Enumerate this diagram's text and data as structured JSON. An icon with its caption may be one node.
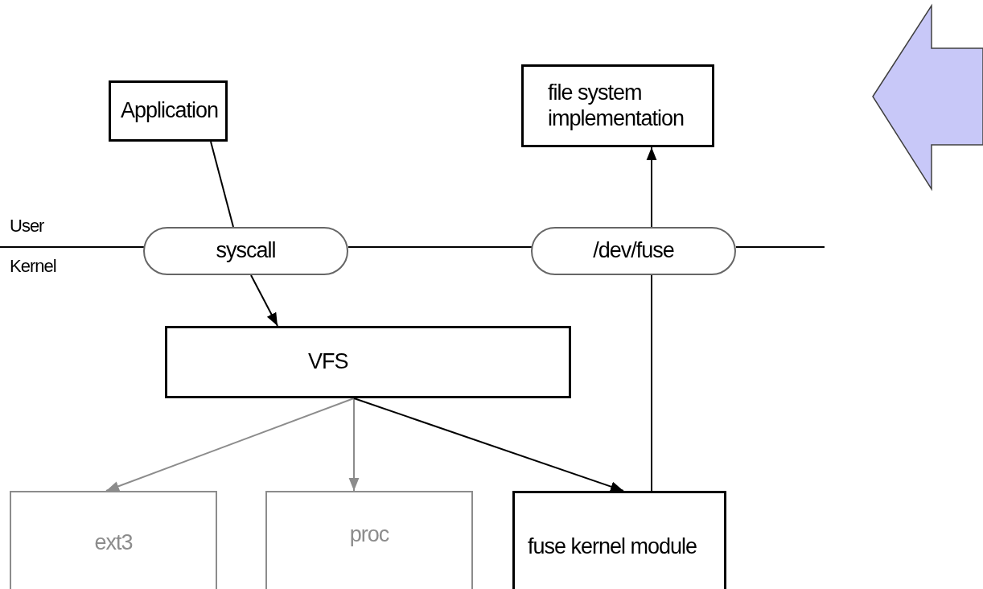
{
  "diagram": {
    "nodes": [
      {
        "text": [
          "Application"
        ]
      },
      {
        "text": [
          "file system implementation"
        ]
      },
      {
        "text": [
          "syscall"
        ]
      },
      {
        "text": [
          "/dev/fuse"
        ]
      },
      {
        "text": [
          "VFS"
        ]
      },
      {
        "text": [
          "ext3"
        ]
      },
      {
        "text": [
          "proc"
        ]
      },
      {
        "text": [
          "fuse kernel module"
        ]
      }
    ],
    "edges": [
      {
        "from": 0,
        "to": 2,
        "arrow": "none"
      },
      {
        "from": 2,
        "to": 4,
        "arrow": "to"
      },
      {
        "from": 4,
        "to": 5,
        "arrow": "to",
        "color": "#8c8c8c"
      },
      {
        "from": 4,
        "to": 6,
        "arrow": "to",
        "color": "#8c8c8c"
      },
      {
        "from": 4,
        "to": 7,
        "arrow": "to"
      },
      {
        "from": 7,
        "to": 3,
        "arrow": "none"
      },
      {
        "from": 3,
        "to": 1,
        "arrow": "to"
      }
    ],
    "labels": [
      "User",
      "Kernel"
    ]
  }
}
